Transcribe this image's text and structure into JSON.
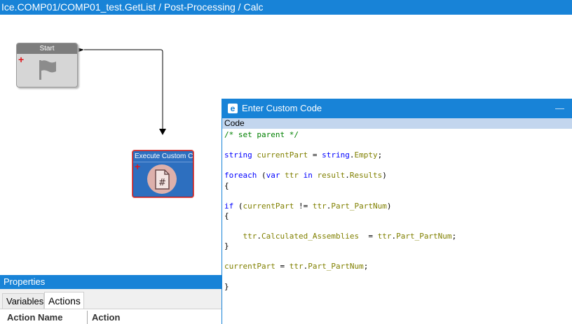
{
  "window": {
    "breadcrumb": "Ice.COMP01/COMP01_test.GetList / Post-Processing / Calc"
  },
  "workflow": {
    "start_node": {
      "title": "Start",
      "icon": "flag-icon"
    },
    "exec_node": {
      "title": "Execute Custom Code",
      "icon": "code-document-icon"
    }
  },
  "properties": {
    "title": "Properties",
    "tabs": [
      {
        "label": "Variables"
      },
      {
        "label": "Actions"
      }
    ],
    "columns": [
      {
        "label": "Action Name"
      },
      {
        "label": "Action"
      }
    ]
  },
  "dialog": {
    "title": "Enter Custom Code",
    "minimize": "—",
    "section_label": "Code",
    "code_lines": [
      "/* set parent */",
      "",
      "string currentPart = string.Empty;",
      "",
      "foreach (var ttr in result.Results)",
      "{",
      "",
      "if (currentPart != ttr.Part_PartNum)",
      "{",
      "",
      "    ttr.Calculated_Assemblies  = ttr.Part_PartNum;",
      "}",
      "",
      "currentPart = ttr.Part_PartNum;",
      "",
      "}"
    ]
  },
  "colors": {
    "accent": "#1883d7",
    "keyword": "#0000ff",
    "comment": "#008000",
    "identifier": "#808000",
    "error_border": "#c11a1a"
  }
}
